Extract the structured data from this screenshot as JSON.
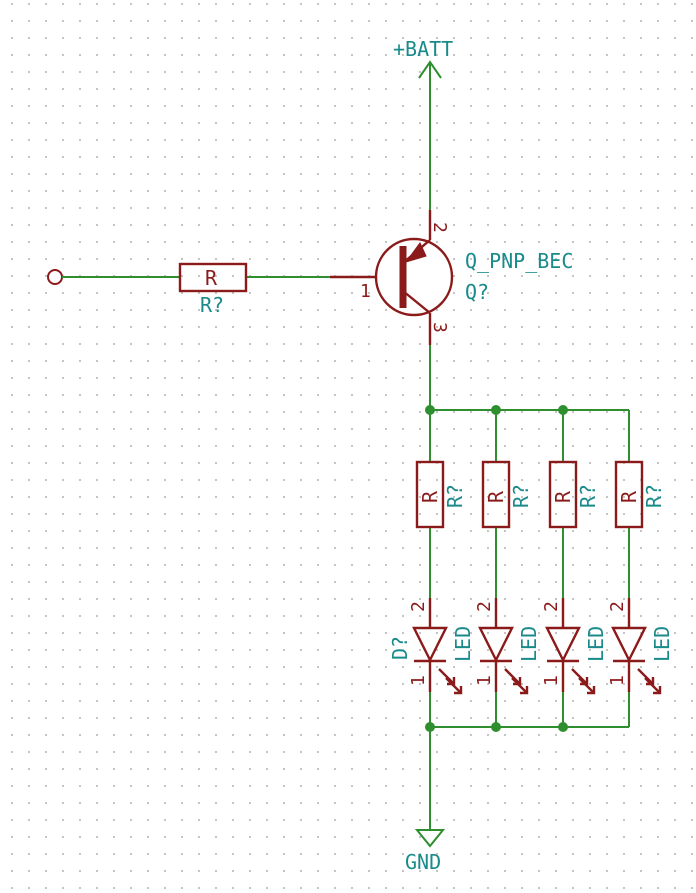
{
  "power": {
    "vcc_label": "+BATT",
    "gnd_label": "GND"
  },
  "transistor": {
    "value": "Q_PNP_BEC",
    "ref": "Q?",
    "pin_base": "1",
    "pin_emitter": "2",
    "pin_collector": "3"
  },
  "base_resistor": {
    "value": "R",
    "ref": "R?"
  },
  "branches": [
    {
      "r_value": "R",
      "r_ref": "R?",
      "led_value": "LED",
      "led_ref": "D?",
      "pin_anode": "2",
      "pin_cathode": "1"
    },
    {
      "r_value": "R",
      "r_ref": "R?",
      "led_value": "LED",
      "led_ref": "",
      "pin_anode": "2",
      "pin_cathode": "1"
    },
    {
      "r_value": "R",
      "r_ref": "R?",
      "led_value": "LED",
      "led_ref": "",
      "pin_anode": "2",
      "pin_cathode": "1"
    },
    {
      "r_value": "R",
      "r_ref": "R?",
      "led_value": "LED",
      "led_ref": "",
      "pin_anode": "2",
      "pin_cathode": "1"
    }
  ],
  "colors": {
    "wire": "#2f8f2f",
    "component": "#8b1a1a",
    "label": "#1a8a8a",
    "grid": "#9a9a9a"
  }
}
